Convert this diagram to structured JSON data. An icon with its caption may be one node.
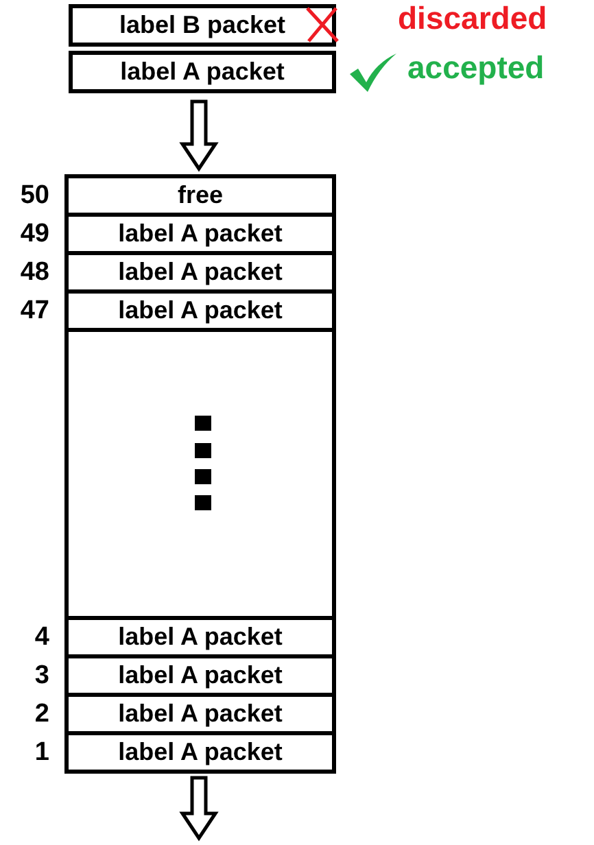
{
  "diagram": {
    "nodes": [
      {
        "text": [
          "label B packet"
        ],
        "beside": [
          "discarded"
        ]
      },
      {
        "text": [
          "label A packet"
        ],
        "beside": [
          "accepted"
        ]
      },
      {
        "text": [],
        "shape": "box"
      },
      {
        "text": [
          "free"
        ],
        "in": 2,
        "beside": [
          "50"
        ]
      },
      {
        "text": [
          "label A packet"
        ],
        "in": 2,
        "beside": [
          "49"
        ]
      },
      {
        "text": [
          "label A packet"
        ],
        "in": 2,
        "beside": [
          "48"
        ]
      },
      {
        "text": [
          "label A packet"
        ],
        "in": 2,
        "beside": [
          "47"
        ]
      },
      {
        "text": [
          "label A packet"
        ],
        "in": 2,
        "beside": [
          "4"
        ]
      },
      {
        "text": [
          "label A packet"
        ],
        "in": 2,
        "beside": [
          "3"
        ]
      },
      {
        "text": [
          "label A packet"
        ],
        "in": 2,
        "beside": [
          "2"
        ]
      },
      {
        "text": [
          "label A packet"
        ],
        "in": 2,
        "beside": [
          "1"
        ]
      }
    ],
    "edges": [
      {
        "from": 1,
        "to": 2,
        "arrow": "to"
      },
      {
        "from": 2,
        "to": null,
        "arrow": "to"
      }
    ]
  }
}
